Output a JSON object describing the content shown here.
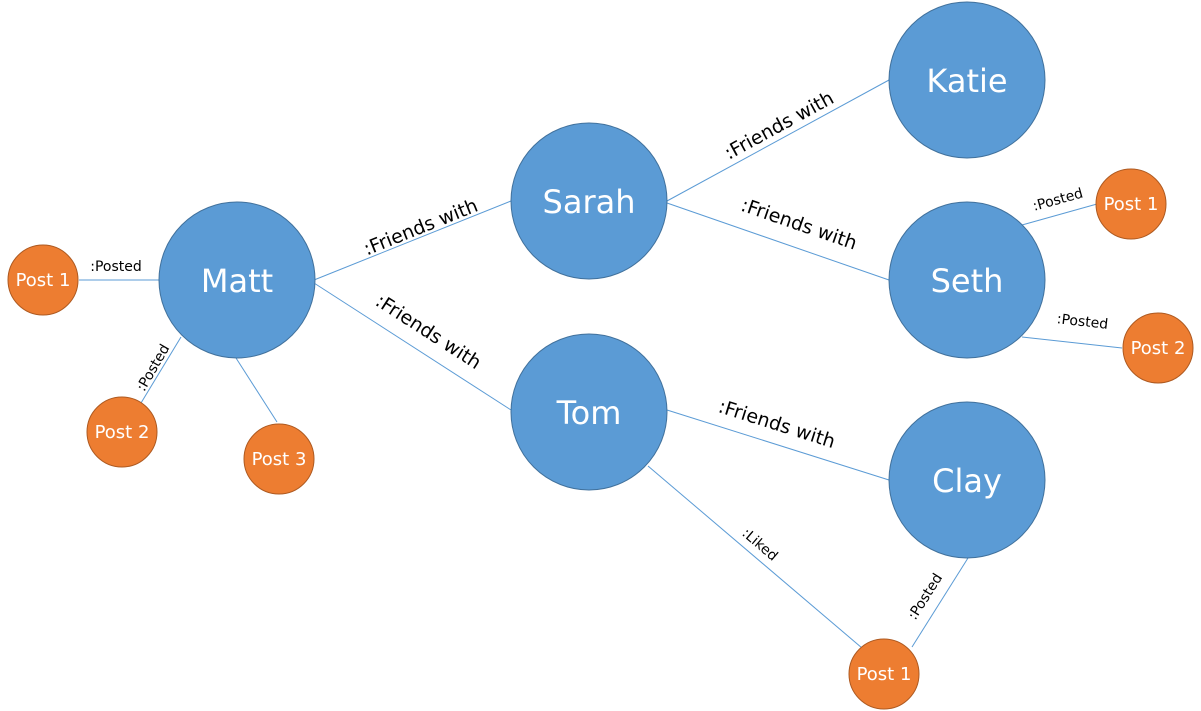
{
  "nodes": {
    "matt": "Matt",
    "sarah": "Sarah",
    "tom": "Tom",
    "katie": "Katie",
    "seth": "Seth",
    "clay": "Clay",
    "matt_post1": "Post 1",
    "matt_post2": "Post 2",
    "matt_post3": "Post 3",
    "seth_post1": "Post 1",
    "seth_post2": "Post 2",
    "shared_post1": "Post 1"
  },
  "edges": {
    "matt_sarah": ":Friends with",
    "matt_tom": ":Friends with",
    "sarah_katie": ":Friends with",
    "sarah_seth": ":Friends with",
    "tom_clay": ":Friends with",
    "tom_liked": ":Liked",
    "clay_posted": ":Posted",
    "matt_post1": ":Posted",
    "matt_post2": ":Posted",
    "seth_post1": ":Posted",
    "seth_post2": ":Posted"
  },
  "colors": {
    "person_fill": "#5b9bd5",
    "post_fill": "#ed7d31",
    "edge": "#5b9bd5"
  }
}
